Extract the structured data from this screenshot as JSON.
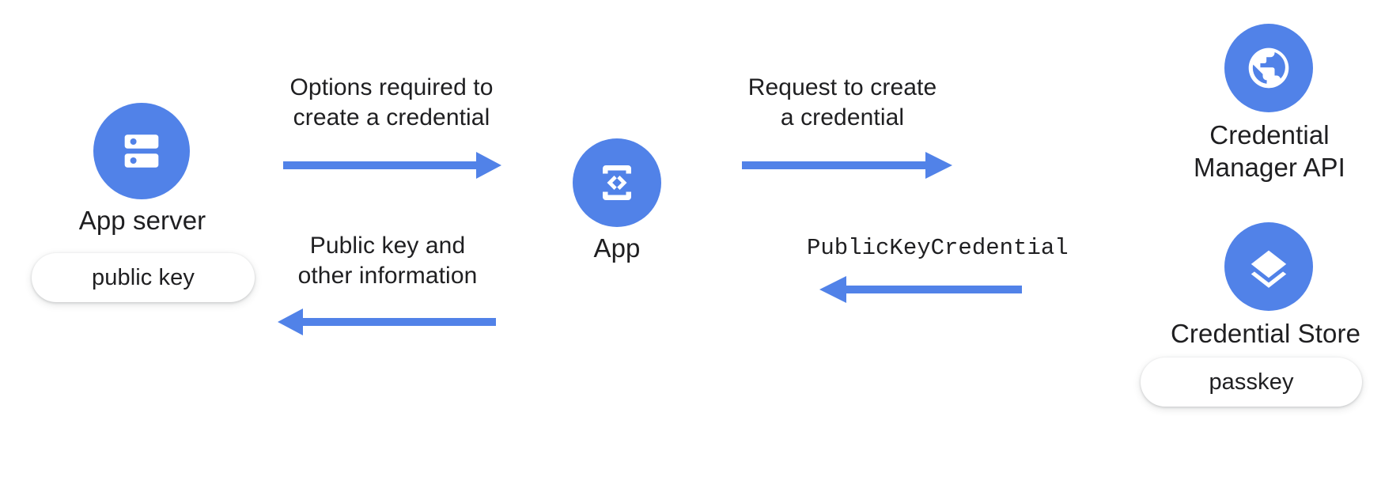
{
  "diagram": {
    "title": "Passkey creation flow between App server, App, Credential Manager API and Credential Store",
    "accent_color": "#5182E8",
    "text_color": "#1f1f21",
    "background": "#ffffff"
  },
  "nodes": {
    "app_server": {
      "label": "App server",
      "icon": "server-icon",
      "pill": "public key"
    },
    "app": {
      "label": "App",
      "icon": "code-phone-icon"
    },
    "credential_manager_api": {
      "label": "Credential\nManager API",
      "icon": "globe-icon"
    },
    "credential_store": {
      "label": "Credential Store",
      "icon": "layers-icon",
      "pill": "passkey"
    }
  },
  "arrows": [
    {
      "id": "options-required",
      "label": "Options required to\ncreate a credential",
      "direction": "right",
      "style": "sans",
      "from": "app_server",
      "to": "app"
    },
    {
      "id": "public-key-and-other-information",
      "label": "Public key and\nother information",
      "direction": "left",
      "style": "sans",
      "from": "app",
      "to": "app_server"
    },
    {
      "id": "request-to-create",
      "label": "Request to create\na credential",
      "direction": "right",
      "style": "sans",
      "from": "app",
      "to": "credential_manager_api"
    },
    {
      "id": "publickeycredential",
      "label": "PublicKeyCredential",
      "direction": "left",
      "style": "mono",
      "from": "credential_store",
      "to": "app"
    }
  ]
}
